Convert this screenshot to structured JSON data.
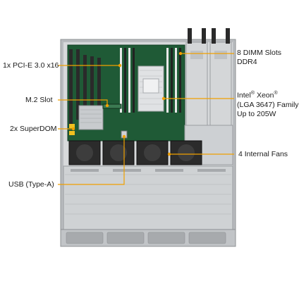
{
  "callouts": {
    "pcie": "1x PCI-E 3.0 x16",
    "m2": "M.2 Slot",
    "superdom": "2x SuperDOM",
    "usb": "USB (Type-A)",
    "dimm_line1": "8 DIMM Slots",
    "dimm_line2": "DDR4",
    "cpu_brand": "Intel",
    "cpu_model": "Xeon",
    "cpu_socket": "(LGA 3647) Family",
    "cpu_tdp": "Up to 205W",
    "fans": "4 Internal  Fans"
  },
  "colors": {
    "callout_line": "#f0a000",
    "chassis": "#c9cccf",
    "motherboard": "#1f5a36",
    "psu": "#d4d6d8"
  }
}
